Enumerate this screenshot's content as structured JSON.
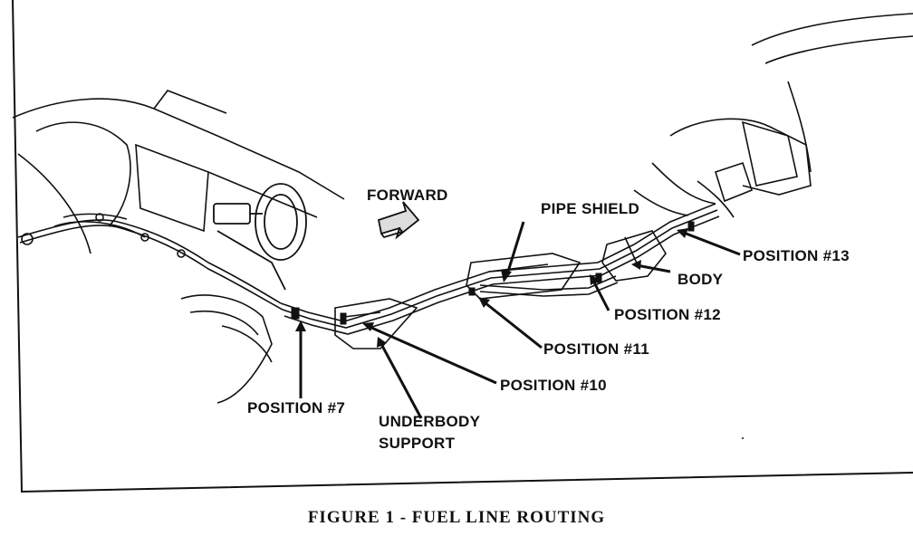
{
  "figure": {
    "caption": "FIGURE 1 - FUEL LINE ROUTING"
  },
  "labels": {
    "forward": "FORWARD",
    "pipe_shield": "PIPE SHIELD",
    "body": "BODY",
    "position_13": "POSITION #13",
    "position_12": "POSITION #12",
    "position_11": "POSITION #11",
    "position_10": "POSITION #10",
    "position_7": "POSITION #7",
    "underbody_line1": "UNDERBODY",
    "underbody_line2": "SUPPORT"
  },
  "colors": {
    "ink": "#111111",
    "paper": "#ffffff"
  }
}
